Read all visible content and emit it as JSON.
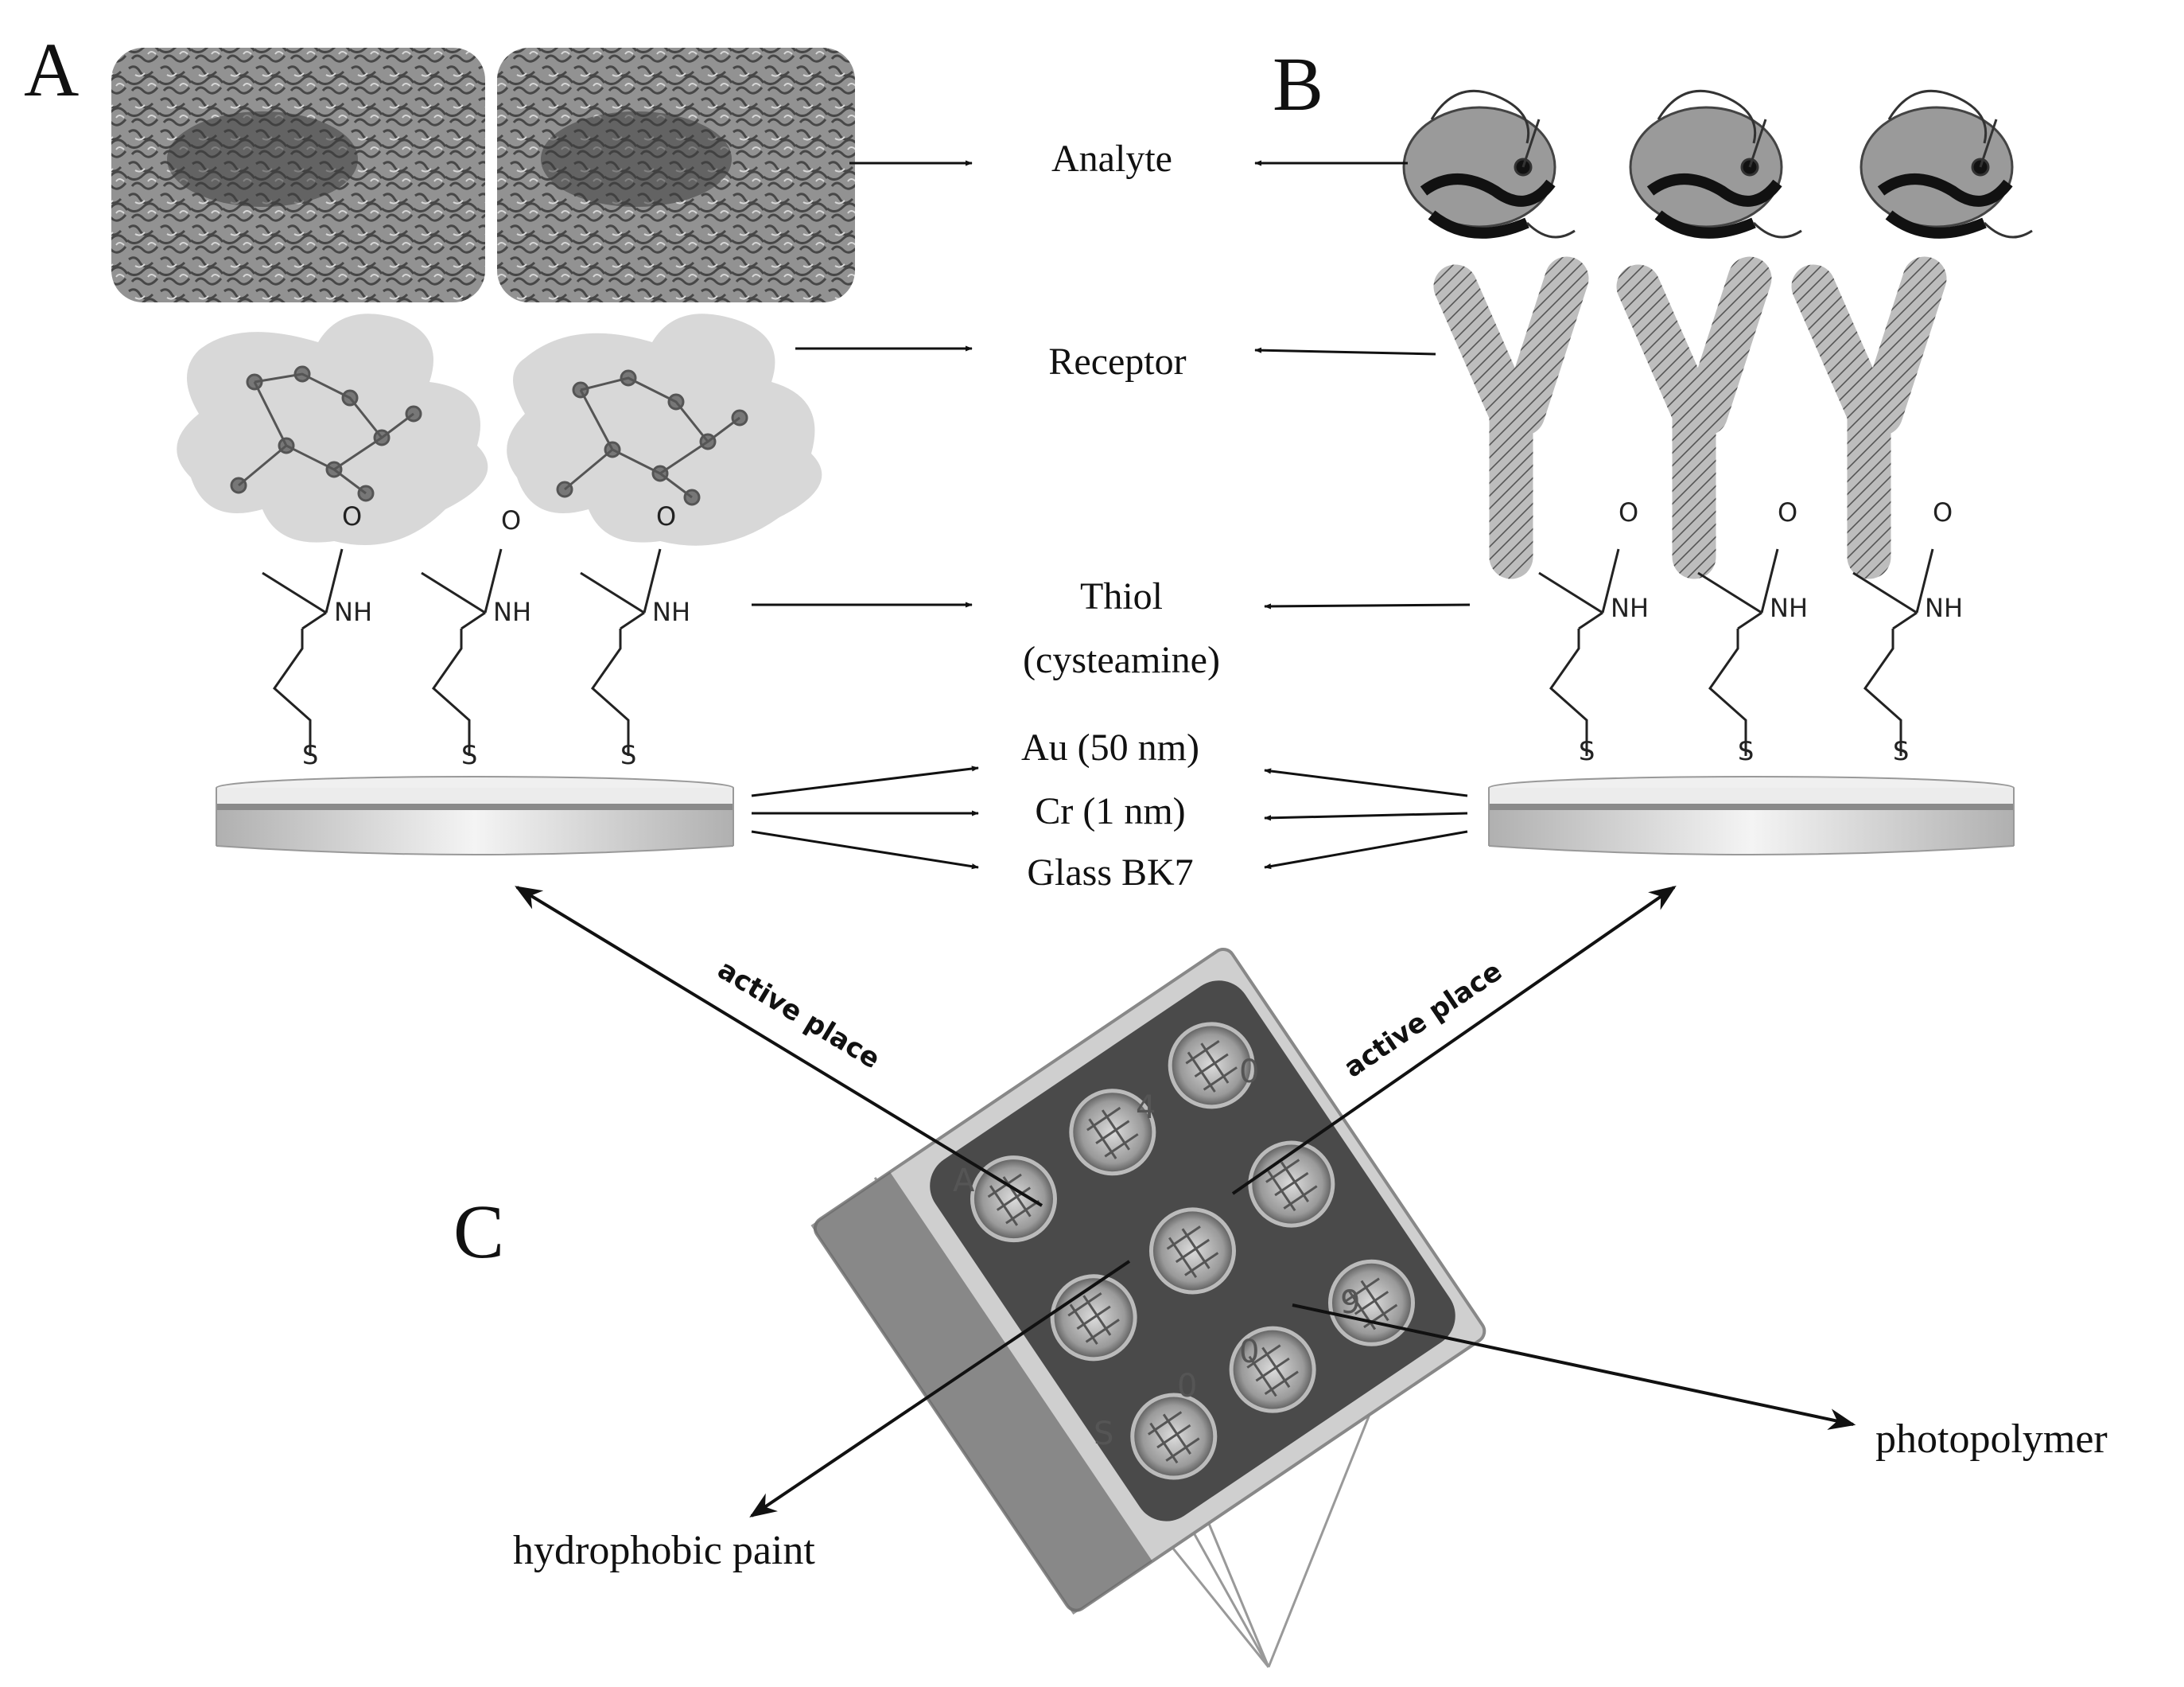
{
  "panels": {
    "a": "A",
    "b": "B",
    "c": "C"
  },
  "labels": {
    "analyte": "Analyte",
    "receptor": "Receptor",
    "thiol_line1": "Thiol",
    "thiol_line2": "(cysteamine)",
    "au": "Au (50 nm)",
    "cr": "Cr (1 nm)",
    "glass": "Glass BK7",
    "active_place_left": "active place",
    "active_place_right": "active place",
    "hydrophobic_paint": "hydrophobic paint",
    "photopolymer": "photopolymer"
  },
  "chem": {
    "oxygen": "O",
    "amine": "NH",
    "sulfur": "S"
  },
  "chip": {
    "marks": [
      "A",
      "4",
      "0",
      "9",
      "0",
      "0",
      "S"
    ]
  },
  "colors": {
    "ink": "#111111",
    "protein": "#6e6e6e",
    "halo": "#d8d8d8",
    "chip": "#8a8a8a"
  }
}
